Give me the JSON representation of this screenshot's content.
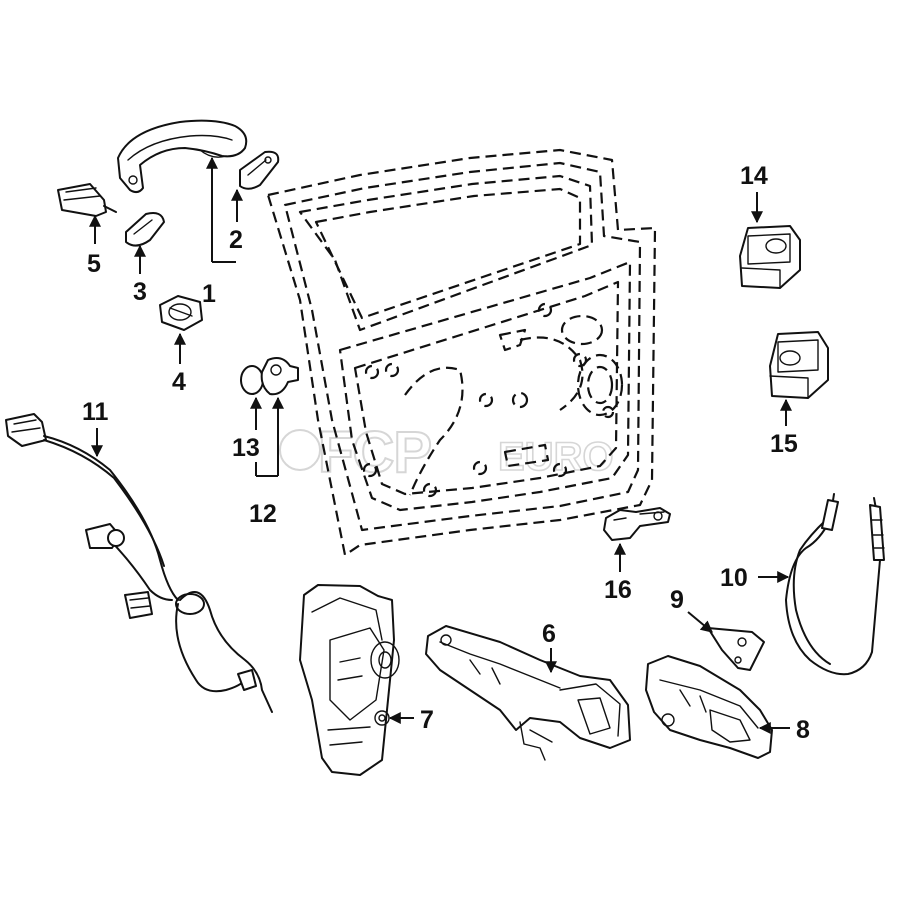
{
  "watermark": {
    "brand": "FCP",
    "suffix": "EURO"
  },
  "callouts": {
    "c1": "1",
    "c2": "2",
    "c3": "3",
    "c4": "4",
    "c5": "5",
    "c6": "6",
    "c7": "7",
    "c8": "8",
    "c9": "9",
    "c10": "10",
    "c11": "11",
    "c12": "12",
    "c13": "13",
    "c14": "14",
    "c15": "15",
    "c16": "16"
  }
}
